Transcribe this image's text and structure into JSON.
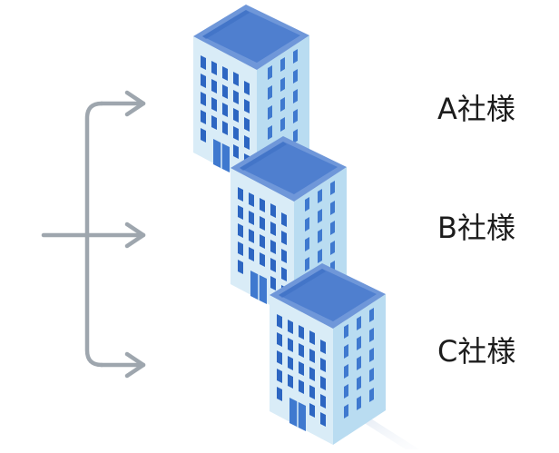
{
  "companies": [
    {
      "label": "A社様"
    },
    {
      "label": "B社様"
    },
    {
      "label": "C社様"
    }
  ],
  "colors": {
    "connector": "#9ea6ae",
    "roof": "#6f97d9",
    "roof_inner": "#4f7fcf",
    "wall_left": "#d9ecf7",
    "wall_right": "#b9dcf1",
    "window_front": "#2d66c2",
    "window_side": "#3f79cf",
    "door": "#3f79cf",
    "label_text": "#1c1c1c"
  },
  "icons": [
    "office-building-icon",
    "bracket-arrow-icon"
  ]
}
